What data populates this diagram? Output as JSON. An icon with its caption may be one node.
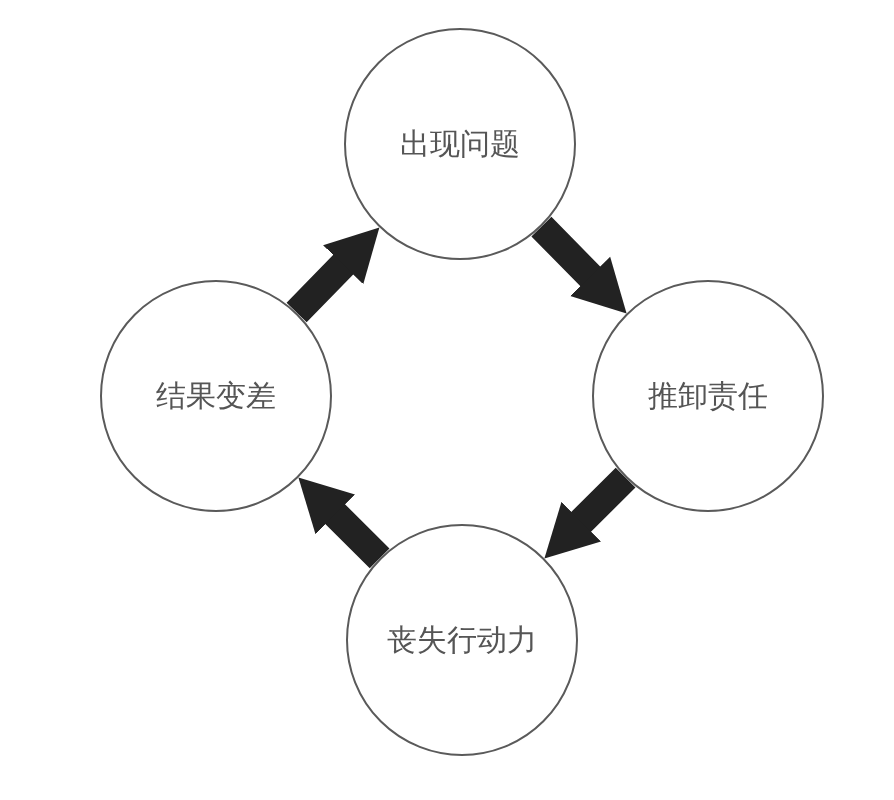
{
  "diagram": {
    "nodes": [
      {
        "text": [
          "出现问题"
        ]
      },
      {
        "text": [
          "结果变差"
        ]
      },
      {
        "text": [
          "推卸责任"
        ]
      },
      {
        "text": [
          "丧失行动力"
        ]
      }
    ],
    "edges": [
      {
        "from": 0,
        "to": 2,
        "arrow": "to"
      },
      {
        "from": 2,
        "to": 3,
        "arrow": "to"
      },
      {
        "from": 3,
        "to": 1,
        "arrow": "to"
      },
      {
        "from": 1,
        "to": 0,
        "arrow": "to"
      }
    ]
  }
}
